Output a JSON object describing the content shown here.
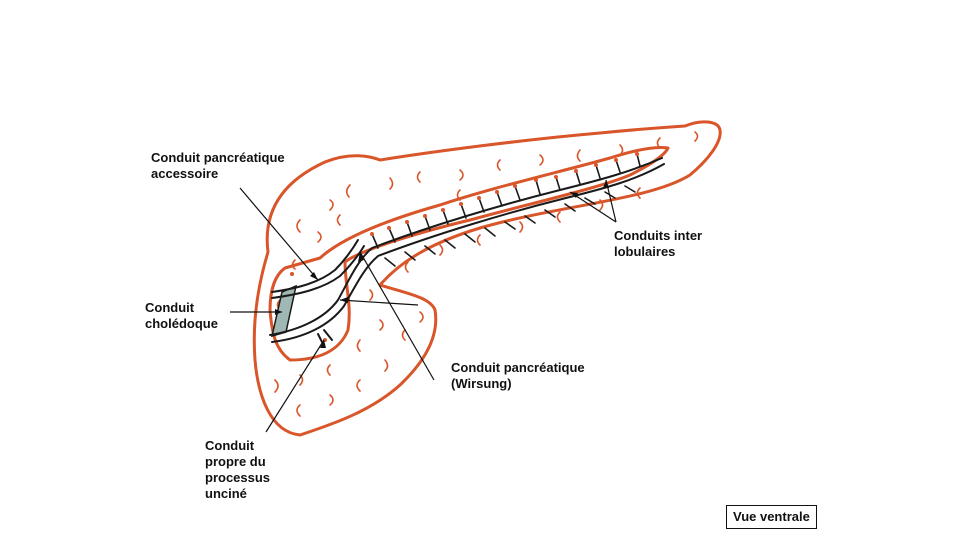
{
  "labels": {
    "accessory_duct": [
      "Conduit pancréatique",
      "accessoire"
    ],
    "bile_duct": [
      "Conduit",
      "cholédoque"
    ],
    "interlobular_ducts": [
      "Conduits inter",
      "lobulaires"
    ],
    "main_duct": [
      "Conduit pancréatique",
      "(Wirsung)"
    ],
    "uncinate_duct": [
      "Conduit",
      "propre du",
      "processus",
      "unciné"
    ]
  },
  "view_label": "Vue ventrale",
  "colors": {
    "outline": "#d9552a",
    "duct": "#1a1a1a",
    "bile_duct_fill": "#9fb8b4",
    "lobule": "#d9552a",
    "leader": "#111111"
  }
}
